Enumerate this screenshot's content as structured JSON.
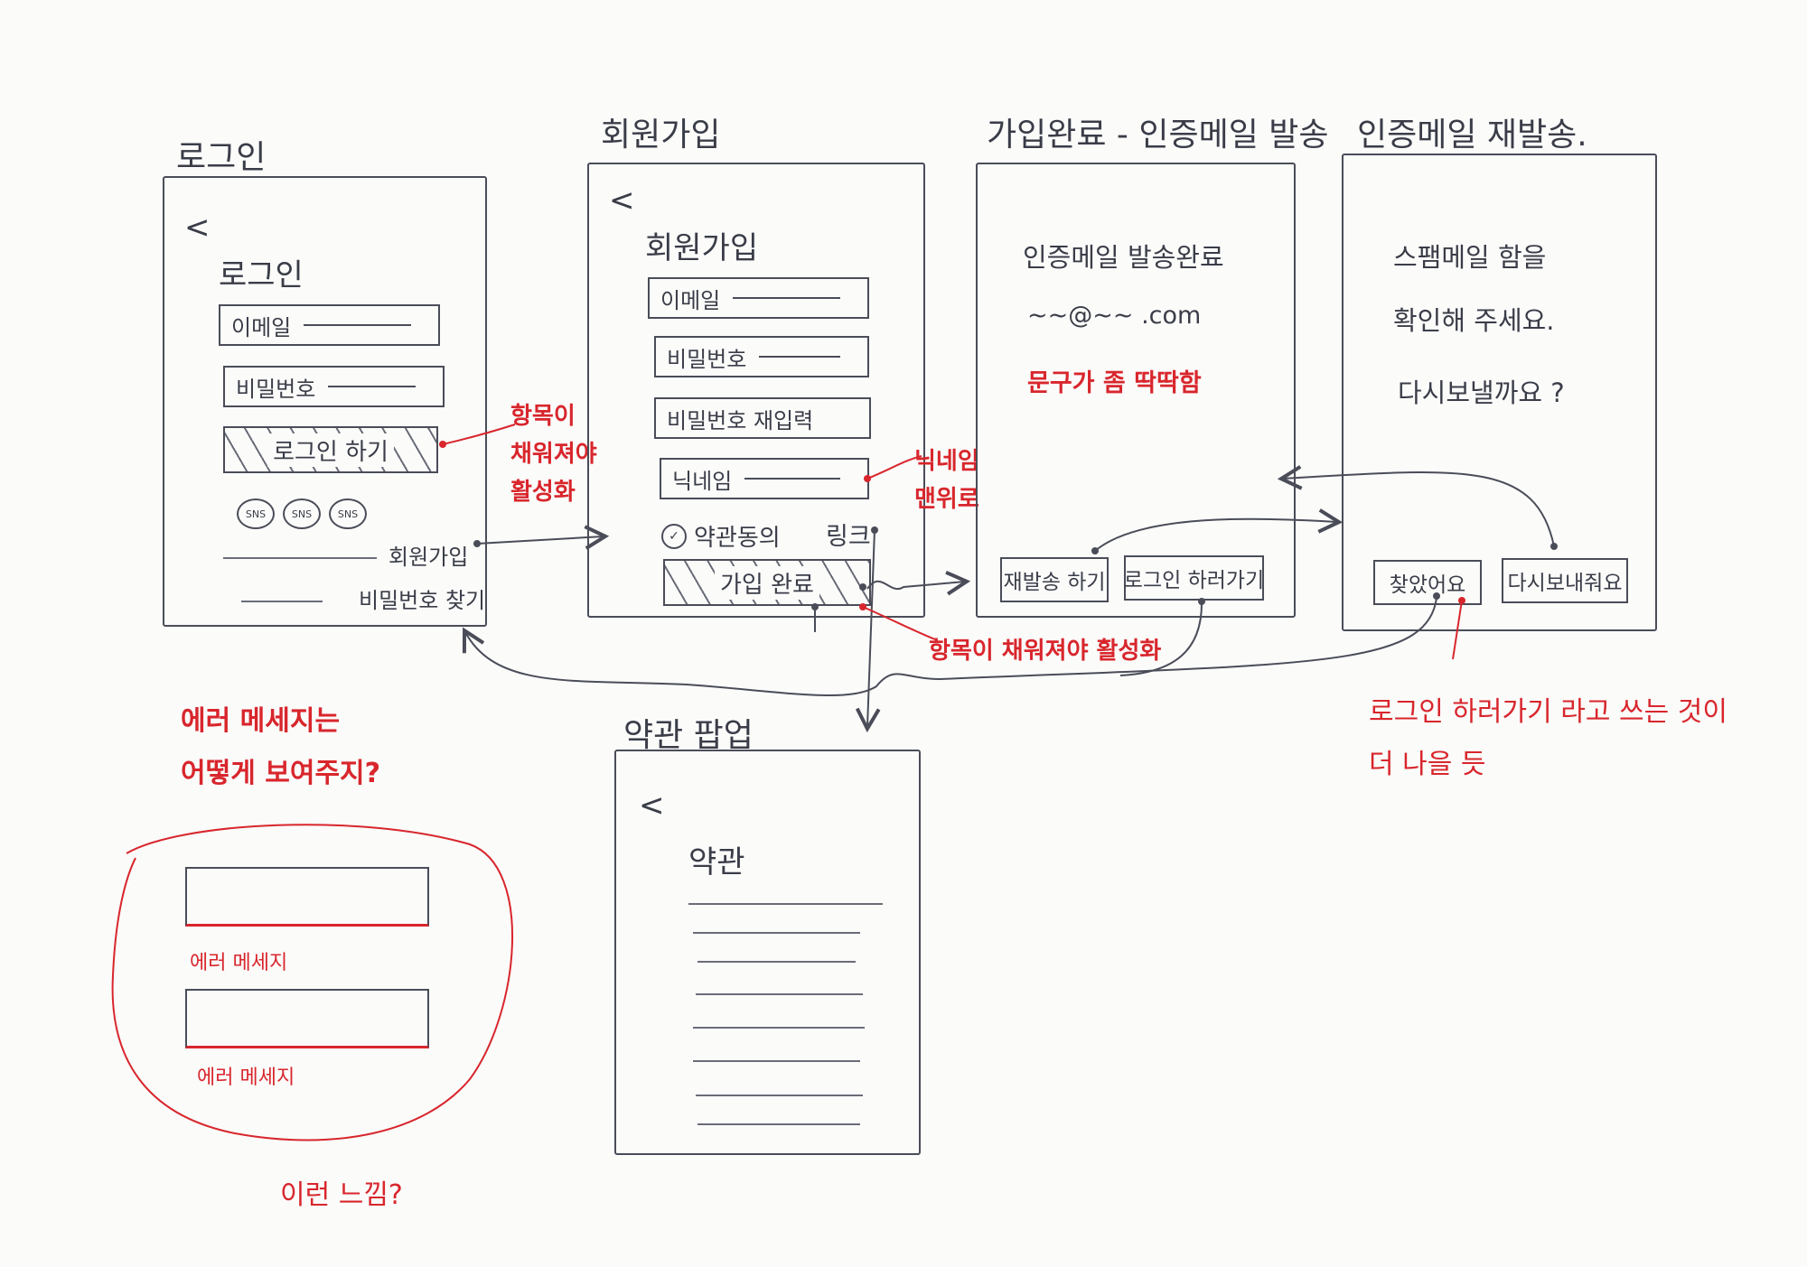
{
  "login": {
    "title": "로그인",
    "back": "<",
    "heading": "로그인",
    "email": "이메일",
    "password": "비밀번호",
    "login_button": "로그인 하기",
    "sns": [
      "SNS",
      "SNS",
      "SNS"
    ],
    "signup_link": "회원가입",
    "find_password_link": "비밀번호 찾기",
    "note": [
      "항목이",
      "채워져야",
      "활성화"
    ]
  },
  "signup": {
    "title": "회원가입",
    "back": "<",
    "heading": "회원가입",
    "email": "이메일",
    "password": "비밀번호",
    "password_confirm": "비밀번호 재입력",
    "nickname": "닉네임",
    "terms_agree": "약관동의",
    "terms_link": "링크",
    "submit_button": "가입 완료",
    "note_nickname": [
      "닉네임",
      "맨위로"
    ],
    "note_activate": "항목이 채워져야 활성화"
  },
  "signup_complete": {
    "title": "가입완료 - 인증메일 발송",
    "message": "인증메일 발송완료",
    "email_display": "~~@~~ .com",
    "note": "문구가 좀 딱딱함",
    "resend_button": "재발송 하기",
    "go_login_button": "로그인 하러가기"
  },
  "resend": {
    "title": "인증메일 재발송.",
    "message_line1": "스팸메일 함을",
    "message_line2": "확인해 주세요.",
    "question": "다시보낼까요 ?",
    "found_button": "찾았어요",
    "resend_button": "다시보내줘요",
    "note": [
      "로그인 하러가기 라고 쓰는 것이",
      "더 나을 듯"
    ]
  },
  "terms_popup": {
    "title": "약관 팝업",
    "back": "<",
    "heading": "약관"
  },
  "error_note": {
    "question": [
      "에러 메세지는",
      "어떻게 보여주지?"
    ],
    "message1": "에러 메세지",
    "message2": "에러 메세지",
    "caption": "이런 느낌?"
  },
  "colors": {
    "ink": "#3a3d48",
    "accent_red": "#d8262c"
  }
}
